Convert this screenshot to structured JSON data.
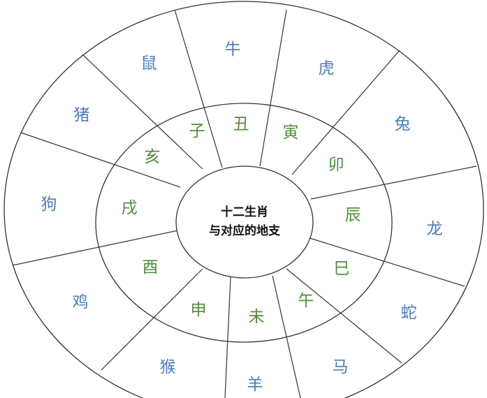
{
  "title": {
    "line1": "十二生肖",
    "line2": "与对应的地支"
  },
  "colors": {
    "animal": "#4a7bc4",
    "branch": "#4f8f3a"
  },
  "animals": [
    "牛",
    "虎",
    "兔",
    "龙",
    "蛇",
    "马",
    "羊",
    "猴",
    "鸡",
    "狗",
    "猪",
    "鼠"
  ],
  "branches": [
    "丑",
    "寅",
    "卯",
    "辰",
    "巳",
    "午",
    "未",
    "申",
    "酉",
    "戌",
    "亥",
    "子"
  ]
}
